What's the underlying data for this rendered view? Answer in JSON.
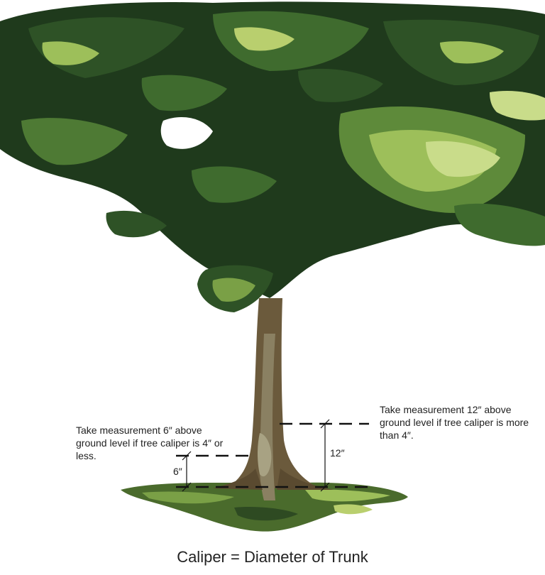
{
  "notes": {
    "left": "Take measurement 6″ above ground level if tree caliper is 4″ or less.",
    "right": "Take measurement 12″ above ground level if tree caliper is more than 4″."
  },
  "dimensions": {
    "small": "6″",
    "large": "12″"
  },
  "caption": "Caliper = Diameter of Trunk",
  "colors": {
    "foliage_dark": "#1f3a1c",
    "foliage_mid": "#3f6b2e",
    "foliage_light": "#9dbf5a",
    "foliage_highlight": "#c9dc8a",
    "trunk": "#6b5a3c",
    "trunk_light": "#a8a283",
    "ground": "#4a6b2c",
    "line": "#111111"
  }
}
